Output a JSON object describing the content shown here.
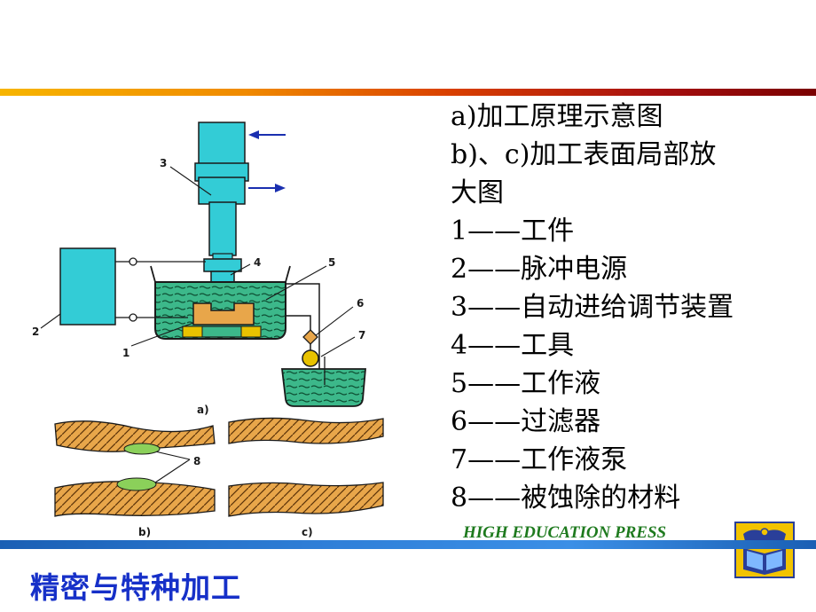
{
  "legend": {
    "lines": [
      "a)加工原理示意图",
      "b)、c)加工表面局部放",
      "大图",
      "1——工件",
      "2——脉冲电源",
      "3——自动进给调节装置",
      "4——工具",
      "5——工作液",
      "6——过滤器",
      "7——工作液泵",
      "8——被蚀除的材料"
    ]
  },
  "diagram": {
    "labels": {
      "n1": "1",
      "n2": "2",
      "n3": "3",
      "n4": "4",
      "n5": "5",
      "n6": "6",
      "n7": "7",
      "n8": "8",
      "a": "a)",
      "b": "b)",
      "c": "c)"
    },
    "colors": {
      "machine": "#33ccd6",
      "fluid": "#3cb88a",
      "workpiece": "#e8a64a",
      "arrow": "#1a2fb0",
      "outline": "#1a1a1a"
    }
  },
  "footer": {
    "press": "HIGH EDUCATION PRESS",
    "course_title": "精密与特种加工"
  },
  "colors": {
    "top_rule": "#d94000",
    "bottom_rule": "#2f7fd8",
    "course_title": "#1630c8",
    "press_text": "#1e7a1e"
  }
}
